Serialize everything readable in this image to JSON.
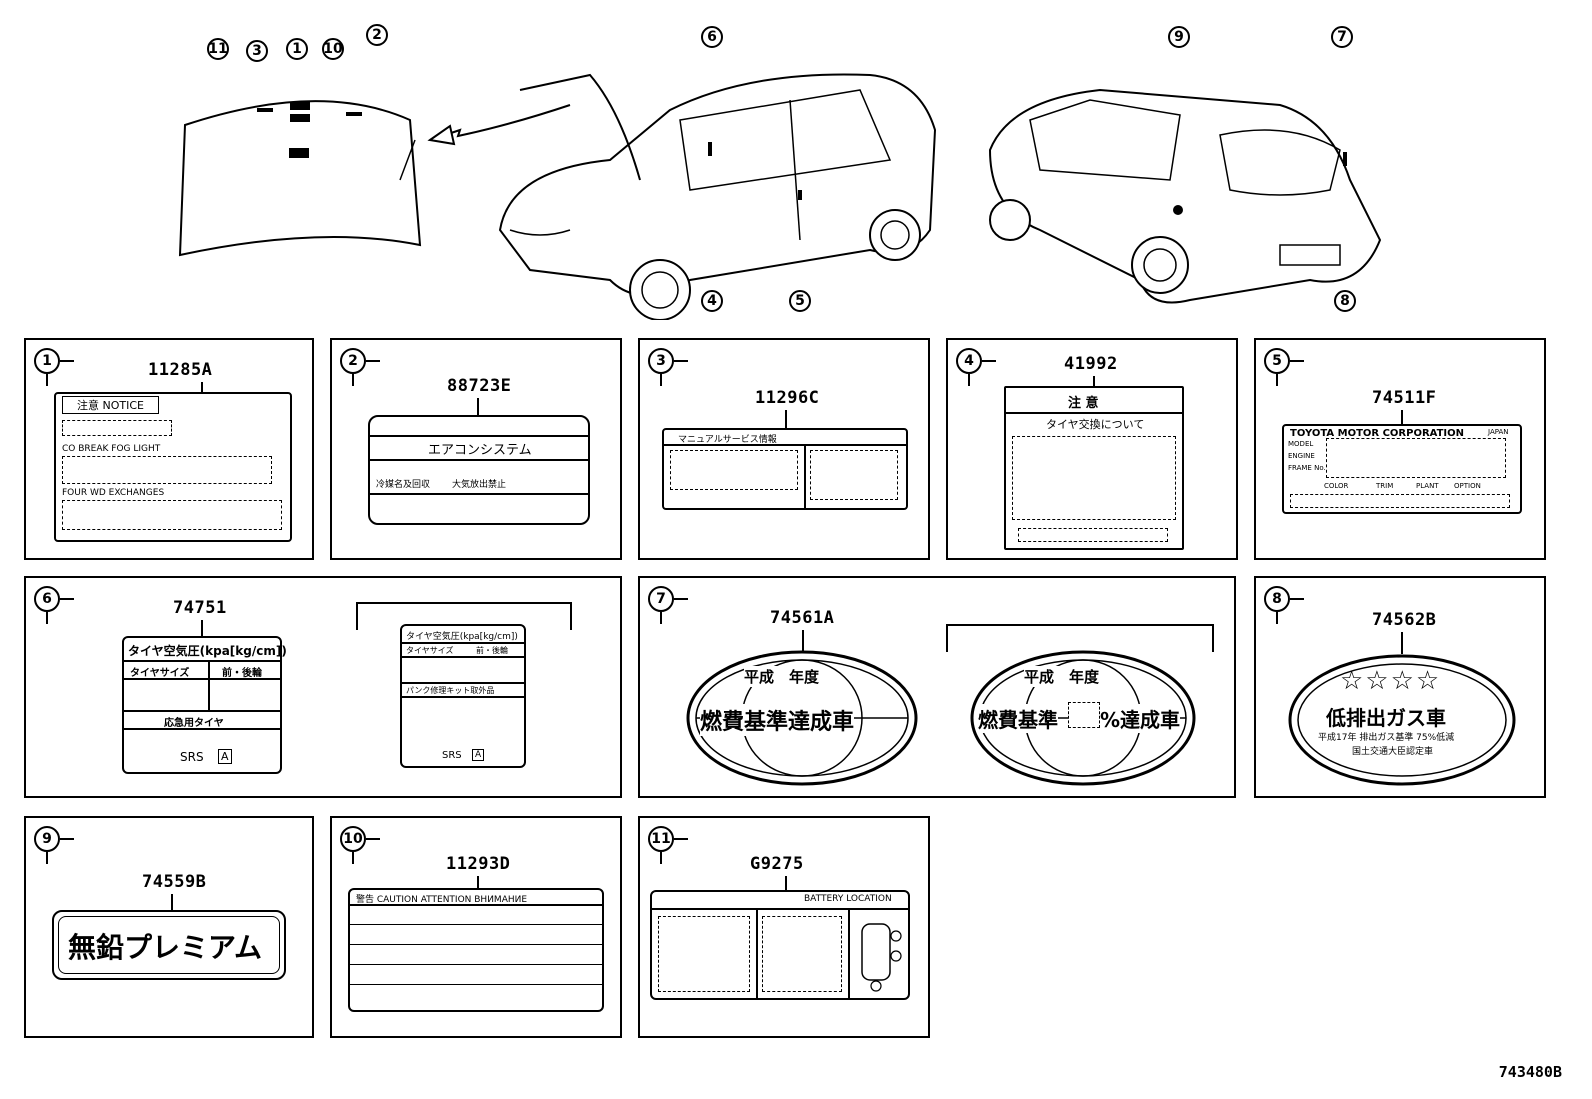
{
  "overview": {
    "callouts": [
      "11",
      "3",
      "1",
      "10",
      "2",
      "6",
      "4",
      "5",
      "9",
      "7",
      "8"
    ]
  },
  "panels": [
    {
      "id": "1",
      "part": "11285A",
      "header": "注意 NOTICE",
      "lines": [
        "CO BREAK  FOG LIGHT",
        "FOUR WD  EXCHANGES"
      ]
    },
    {
      "id": "2",
      "part": "88723E",
      "title": "エアコンシステム",
      "left": "冷媒名及回収",
      "right": "大気放出禁止"
    },
    {
      "id": "3",
      "part": "11296C",
      "header": "マニュアルサービス情報"
    },
    {
      "id": "4",
      "part": "41992",
      "header": "注 意",
      "sub": "タイヤ交換について"
    },
    {
      "id": "5",
      "part": "74511F",
      "maker": "TOYOTA MOTOR CORPORATION",
      "origin": "JAPAN",
      "rows": [
        "MODEL",
        "ENGINE",
        "FRAME No."
      ],
      "cols": [
        "COLOR",
        "TRIM",
        "PLANT",
        "OPTION"
      ]
    },
    {
      "id": "6",
      "part": "74751",
      "title": "タイヤ空気圧(kpa[kg/cm])",
      "col1": "タイヤサイズ",
      "col2": "前・後輪",
      "row": "応急用タイヤ",
      "srs": "SRS",
      "srs_box": "A",
      "alt_title": "タイヤ空気圧(kpa[kg/cm])",
      "alt_col1": "タイヤサイズ",
      "alt_col2": "前・後輪",
      "alt_row": "パンク修理キット取外品",
      "alt_srs": "SRS",
      "alt_srs_box": "A"
    },
    {
      "id": "7",
      "part": "74561A",
      "top": "平成　年度",
      "main": "燃費基準達成車",
      "alt_top": "平成　年度",
      "alt_main_a": "燃費基準",
      "alt_main_b": "%達成車"
    },
    {
      "id": "8",
      "part": "74562B",
      "stars": "☆☆☆☆",
      "main": "低排出ガス車",
      "line1": "平成17年 排出ガス基準 75%低減",
      "line2": "国土交通大臣認定車"
    },
    {
      "id": "9",
      "part": "74559B",
      "main": "無鉛プレミアム"
    },
    {
      "id": "10",
      "part": "11293D",
      "header": "警告 CAUTION ATTENTION ВНИМАНИЕ"
    },
    {
      "id": "11",
      "part": "G9275",
      "header": "BATTERY LOCATION"
    }
  ],
  "footer": "743480B"
}
